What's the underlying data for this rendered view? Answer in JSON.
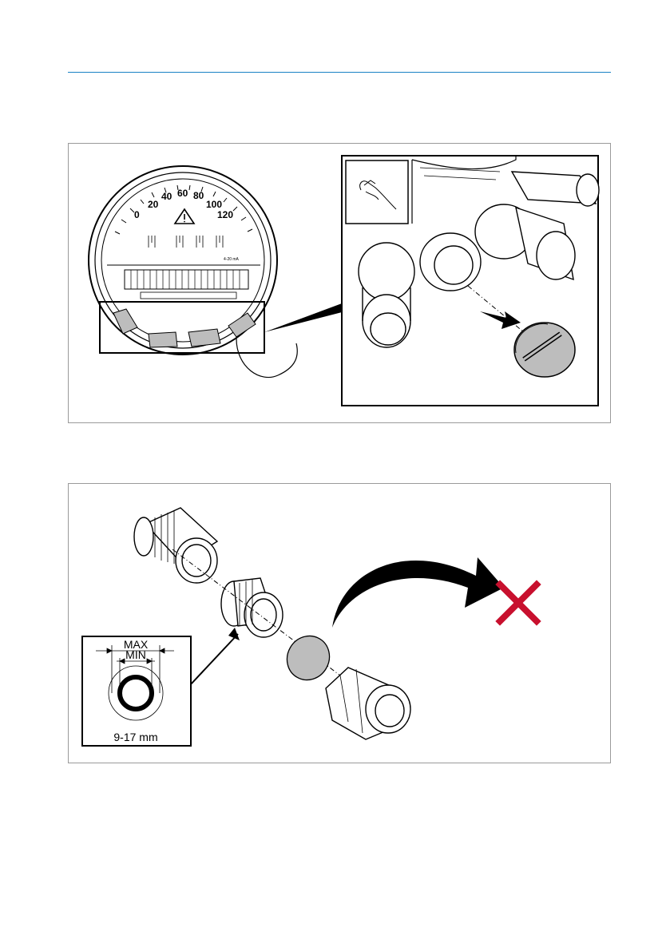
{
  "colors": {
    "header_rule": "#1a82c4",
    "figure_border": "#9a9a9a",
    "plug_fill": "#bdbdbd",
    "forbidden_mark": "#c8102e"
  },
  "figure1": {
    "gauge_scale_labels": [
      "0",
      "20",
      "40",
      "60",
      "80",
      "100",
      "120"
    ],
    "terminal_current_label": "4-20 mA",
    "icons": [
      "warning-triangle-icon",
      "hand-icon",
      "removal-arrow-icon"
    ]
  },
  "figure2": {
    "dimension": {
      "max_label": "MAX",
      "min_label": "MIN",
      "range_label": "9-17 mm"
    },
    "icons": [
      "curved-arrow-icon",
      "cross-mark-icon"
    ]
  }
}
